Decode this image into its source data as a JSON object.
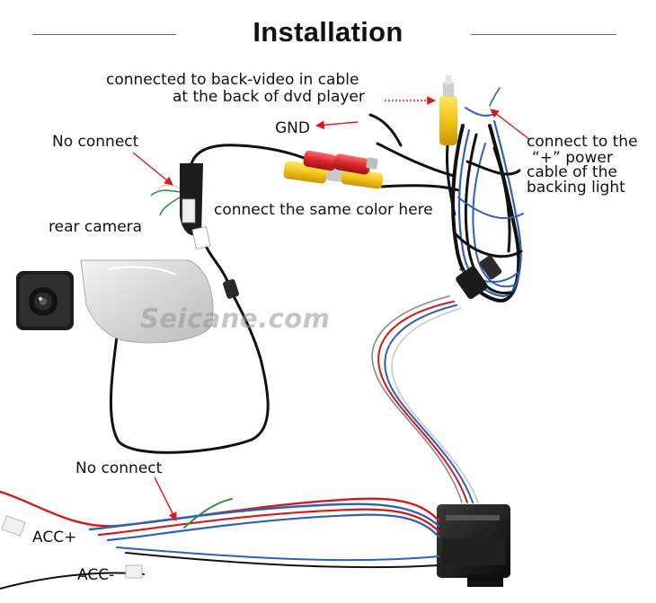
{
  "title": "Installation",
  "labels": {
    "back_video_line1": "connected to back-video in cable",
    "back_video_line2": "at the back of dvd player",
    "gnd": "GND",
    "no_connect_top": "No connect",
    "power_line1": "connect to the",
    "power_line2": "“+”  power",
    "power_line3": "cable of the",
    "power_line4": "backing light",
    "same_color": "connect the same color here",
    "rear_camera": "rear camera",
    "no_connect_bottom": "No connect",
    "acc_plus": "ACC+",
    "acc_minus": "ACC-"
  },
  "watermark": "Seicane.com",
  "colors": {
    "arrow": "#e01818",
    "wire_black": "#111111",
    "wire_red": "#d21a1a",
    "wire_blue": "#2f5fb8",
    "rca_red": "#d8262a",
    "rca_yellow": "#f2c418"
  }
}
